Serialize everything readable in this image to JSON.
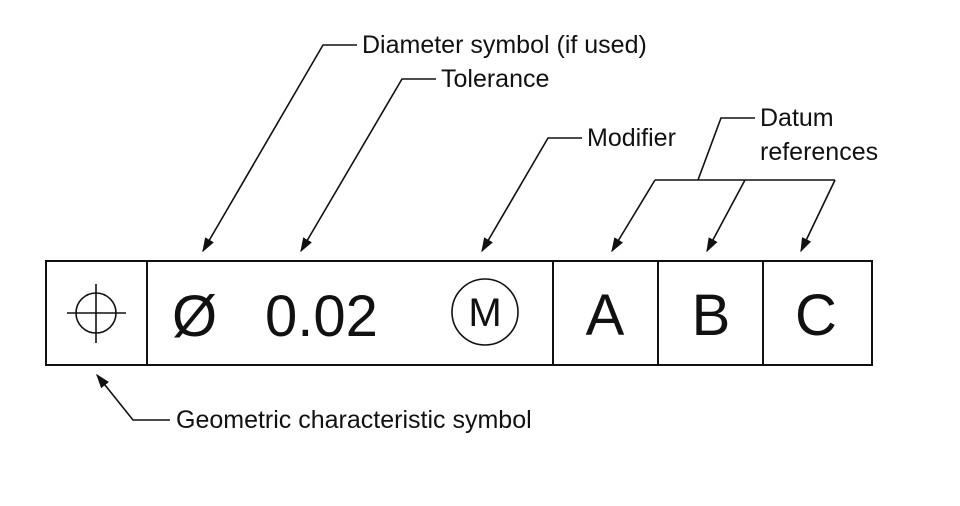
{
  "labels": {
    "diameter": "Diameter symbol (if used)",
    "tolerance": "Tolerance",
    "modifier": "Modifier",
    "datum_line1": "Datum",
    "datum_line2": "references",
    "geometric": "Geometric characteristic symbol"
  },
  "frame": {
    "diameter_symbol": "Ø",
    "tolerance_value": "0.02",
    "modifier_letter": "M",
    "datums": [
      "A",
      "B",
      "C"
    ]
  },
  "icons": {
    "characteristic": "position-icon",
    "modifier": "circle-icon"
  }
}
